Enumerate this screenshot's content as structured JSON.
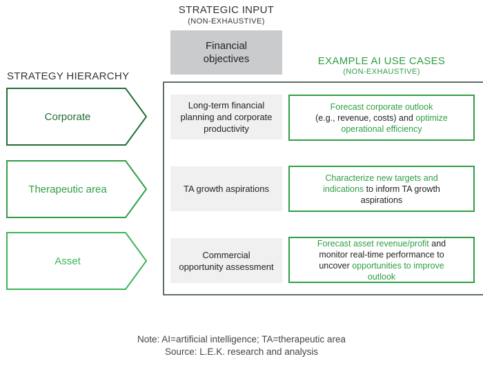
{
  "strategic_input": {
    "title": "STRATEGIC INPUT",
    "subtitle": "(NON-EXHAUSTIVE)",
    "box_line1": "Financial",
    "box_line2": "objectives"
  },
  "use_cases": {
    "title": "EXAMPLE AI USE CASES",
    "subtitle": "(NON-EXHAUSTIVE)"
  },
  "hierarchy": {
    "title": "STRATEGY HIERARCHY",
    "levels": [
      "Corporate",
      "Therapeutic area",
      "Asset"
    ]
  },
  "objectives": [
    [
      "Long-term financial",
      "planning and corporate",
      "productivity"
    ],
    [
      "TA growth aspirations"
    ],
    [
      "Commercial",
      "opportunity assessment"
    ]
  ],
  "cases": {
    "c1": {
      "l1": "Forecast corporate outlook",
      "l2a": "(e.g., revenue, costs) and ",
      "l2b": "optimize",
      "l3": "operational efficiency"
    },
    "c2": {
      "l1": "Characterize new targets and",
      "l2a": "indications",
      "l2b": " to inform TA growth",
      "l3": "aspirations"
    },
    "c3": {
      "l1a": "Forecast asset revenue/profit",
      "l1b": " and",
      "l2": "monitor real-time performance to",
      "l3a": "uncover ",
      "l3b": "opportunities to improve",
      "l4": "outlook"
    }
  },
  "footer": {
    "note": "Note: AI=artificial intelligence; TA=therapeutic area",
    "source": "Source: L.E.K. research and analysis"
  },
  "colors": {
    "dark_green": "#1f6e33",
    "green": "#2e9e44",
    "light_green": "#3cb45a",
    "gray_box": "#c9cbcc",
    "panel_border": "#5f6d68"
  }
}
